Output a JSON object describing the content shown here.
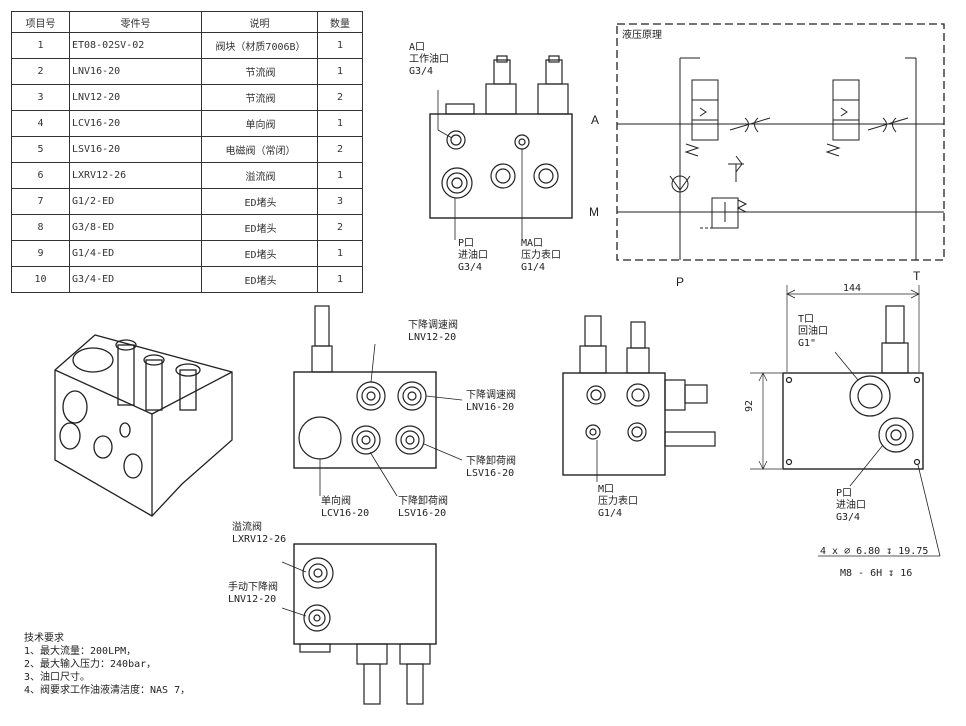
{
  "bom": {
    "headers": [
      "项目号",
      "零件号",
      "说明",
      "数量"
    ],
    "rows": [
      [
        "1",
        "ET08-02SV-02",
        "阀块（材质7006B）",
        "1"
      ],
      [
        "2",
        "LNV16-20",
        "节流阀",
        "1"
      ],
      [
        "3",
        "LNV12-20",
        "节流阀",
        "2"
      ],
      [
        "4",
        "LCV16-20",
        "单向阀",
        "1"
      ],
      [
        "5",
        "LSV16-20",
        "电磁阀（常闭）",
        "2"
      ],
      [
        "6",
        "LXRV12-26",
        "溢流阀",
        "1"
      ],
      [
        "7",
        "G1/2-ED",
        "ED堵头",
        "3"
      ],
      [
        "8",
        "G3/8-ED",
        "ED堵头",
        "2"
      ],
      [
        "9",
        "G1/4-ED",
        "ED堵头",
        "1"
      ],
      [
        "10",
        "G3/4-ED",
        "ED堵头",
        "1"
      ]
    ]
  },
  "top_view": {
    "a_port": [
      "A口",
      "工作油口",
      "G3/4"
    ],
    "p_port": [
      "P口",
      "进油口",
      "G3/4"
    ],
    "ma_port": [
      "MA口",
      "压力表口",
      "G1/4"
    ]
  },
  "hydraulic": {
    "title": "液压原理",
    "a": "A",
    "m": "M",
    "p": "P",
    "t": "T"
  },
  "front_view": {
    "lower_speed_12": [
      "下降调速阀",
      "LNV12-20"
    ],
    "lower_speed_16": [
      "下降调速阀",
      "LNV16-20"
    ],
    "unload_right": [
      "下降卸荷阀",
      "LSV16-20"
    ],
    "check": [
      "单向阀",
      "LCV16-20"
    ],
    "unload_bottom": [
      "下降卸荷阀",
      "LSV16-20"
    ]
  },
  "side_view": {
    "m_port": [
      "M口",
      "压力表口",
      "G1/4"
    ]
  },
  "right_view": {
    "dim_width": "144",
    "dim_height": "92",
    "t_port": [
      "T口",
      "回油口",
      "G1\""
    ],
    "p_port": [
      "P口",
      "进油口",
      "G3/4"
    ],
    "holes_line1": "4 x ⌀ 6.80 ↧ 19.75",
    "holes_line2": "M8 - 6H ↧ 16"
  },
  "bottom_view": {
    "relief": [
      "溢流阀",
      "LXRV12-26"
    ],
    "manual": [
      "手动下降阀",
      "LNV12-20"
    ]
  },
  "notes": {
    "title": "技术要求",
    "items": [
      "1、最大流量：200LPM，",
      "2、最大输入压力：240bar，",
      "3、油口尺寸。",
      "4、阀要求工作油液清洁度：NAS 7，"
    ]
  }
}
